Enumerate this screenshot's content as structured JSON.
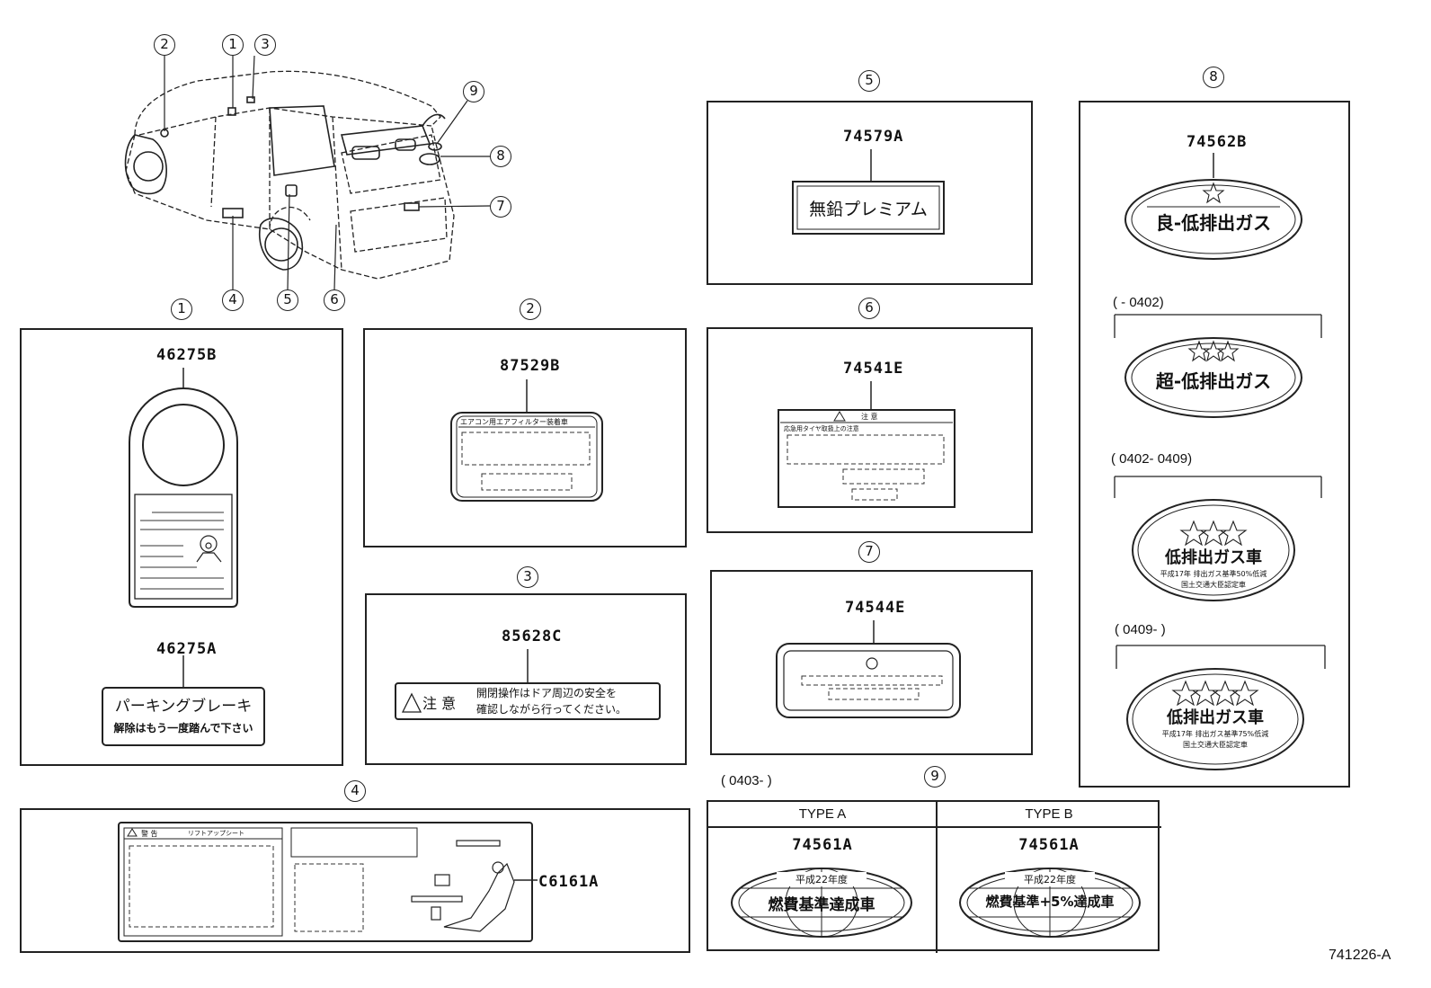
{
  "callouts": {
    "c1": "1",
    "c2": "2",
    "c3": "3",
    "c4": "4",
    "c5": "5",
    "c6": "6",
    "c7": "7",
    "c8": "8",
    "c9": "9"
  },
  "panel1": {
    "part_top": "46275B",
    "tag_title": "",
    "part_bottom": "46275A",
    "label_line1": "パーキングブレーキ",
    "label_line2": "解除はもう一度踏んで下さい"
  },
  "panel2": {
    "part": "87529B",
    "label_title": "エアコン用エアフィルター装着車"
  },
  "panel3": {
    "part": "85628C",
    "caution": "注 意",
    "line1": "開閉操作はドア周辺の安全を",
    "line2": "確認しながら行ってください。"
  },
  "panel4": {
    "part": "C6161A",
    "warn": "警 告",
    "sub": "リフトアップシート"
  },
  "panel5": {
    "part": "74579A",
    "label": "無鉛プレミアム"
  },
  "panel6": {
    "part": "74541E",
    "title": "注 意",
    "subtitle": "応急用タイヤ取扱上の注意"
  },
  "panel7": {
    "part": "74544E"
  },
  "panel8": {
    "part": "74562B",
    "badge1": "良-低排出ガス",
    "range2": "(        - 0402)",
    "badge2": "超-低排出ガス",
    "range3": "( 0402- 0409)",
    "badge3_main": "低排出ガス車",
    "badge3_l1": "平成17年 排出ガス基準50%低減",
    "badge3_l2": "国土交通大臣認定車",
    "range4": "( 0409-         )",
    "badge4_main": "低排出ガス車",
    "badge4_l1": "平成17年 排出ガス基準75%低減",
    "badge4_l2": "国土交通大臣認定車"
  },
  "panel9": {
    "range": "( 0403-         )",
    "type_a": "TYPE  A",
    "type_b": "TYPE  B",
    "part_a": "74561A",
    "part_b": "74561A",
    "a_top": "平成22年度",
    "a_main": "燃費基準達成車",
    "b_top": "平成22年度",
    "b_main": "燃費基準+5%達成車"
  },
  "ref": "741226-A"
}
